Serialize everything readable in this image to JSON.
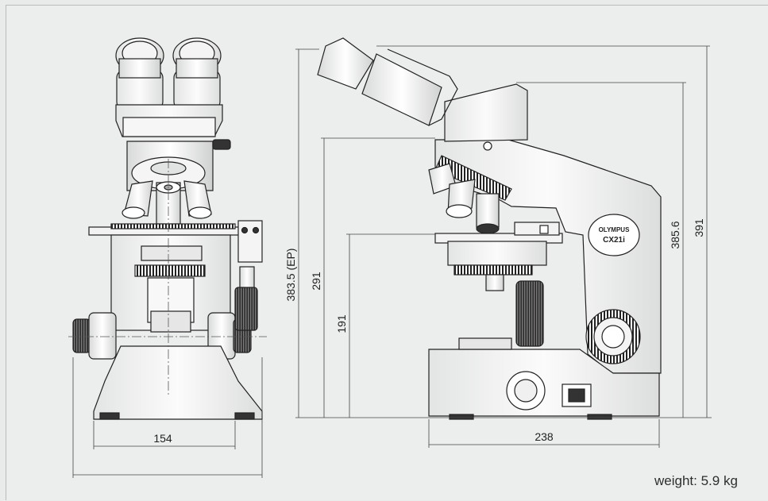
{
  "dimensions": {
    "front_width": "154",
    "side_base_width": "238",
    "eyepiece_height": "383.5 (EP)",
    "stage_height": "291",
    "condenser_height": "191",
    "arm_height": "385.6",
    "total_height": "391"
  },
  "brand": {
    "maker": "OLYMPUS",
    "model": "CX21i"
  },
  "weight_label": "weight: 5.9 kg"
}
